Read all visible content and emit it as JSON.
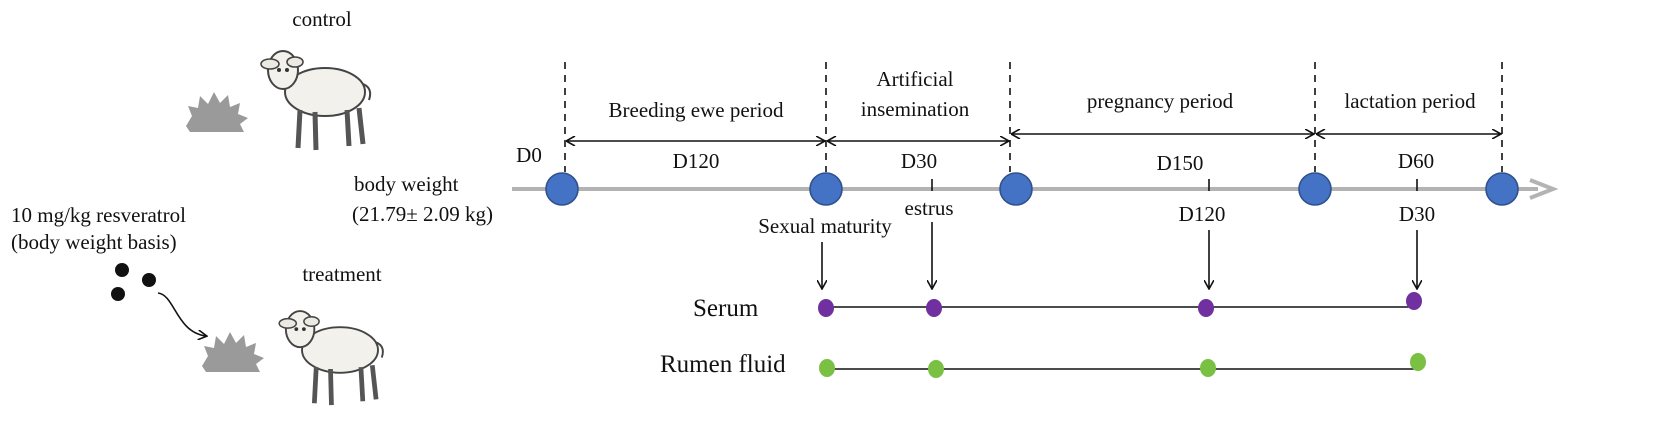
{
  "groups": {
    "control_label": "control",
    "treatment_label": "treatment",
    "dose_line1": "10 mg/kg resveratrol",
    "dose_line2": "(body weight basis)"
  },
  "timeline": {
    "start_label": "D0",
    "body_weight_label": "body weight",
    "body_weight_value": "(21.79± 2.09 kg)",
    "periods": [
      {
        "name": "Breeding ewe period",
        "duration": "D120"
      },
      {
        "name_line1": "Artificial",
        "name_line2": "insemination",
        "duration": "D30"
      },
      {
        "name": "pregnancy period",
        "duration": "D150"
      },
      {
        "name": "lactation period",
        "duration": "D60"
      }
    ],
    "events": {
      "sexual_maturity": "Sexual maturity",
      "estrus": "estrus",
      "pregnancy_day": "D120",
      "lactation_day": "D30"
    }
  },
  "samples": {
    "serum_label": "Serum",
    "rumen_label": "Rumen fluid"
  },
  "colors": {
    "timeline_axis": "#b3b3b3",
    "timepoint_fill": "#4472c4",
    "timepoint_stroke": "#2f528f",
    "serum_dot": "#7030a0",
    "rumen_dot": "#7ac143",
    "feed_pile": "#9a9a9a"
  },
  "icons": [
    "sheep-icon",
    "feed-pile-icon",
    "resveratrol-pellets-icon"
  ]
}
